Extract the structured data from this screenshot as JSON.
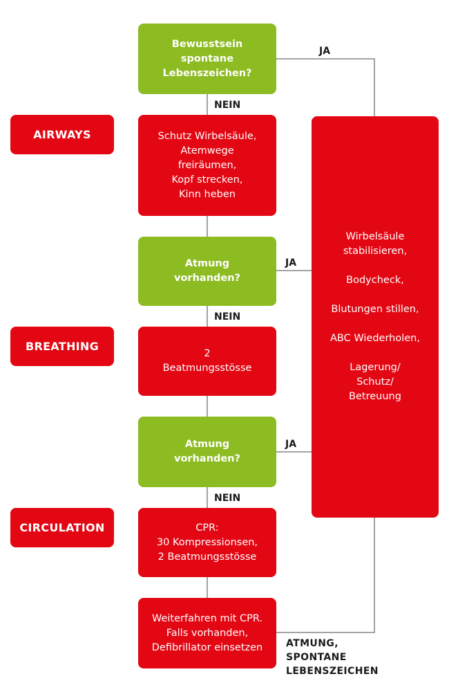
{
  "labels": {
    "airways": "AIRWAYS",
    "breathing": "BREATHING",
    "circulation": "CIRCULATION"
  },
  "nodes": {
    "consciousness": "Bewusstsein\nspontane\nLebenszeichen?",
    "airway_steps": "Schutz Wirbelsäule,\nAtemwege\nfreiräumen,\nKopf strecken,\nKinn heben",
    "breathing_check_1": "Atmung\nvorhanden?",
    "rescue_breaths": "2\nBeatmungsstösse",
    "breathing_check_2": "Atmung\nvorhanden?",
    "cpr": "CPR:\n30 Kompressionsen,\n2 Beatmungsstösse",
    "continue_cpr": "Weiterfahren mit CPR.\nFalls vorhanden,\nDefibrillator einsetzen",
    "aftercare": "Wirbelsäule\nstabilisieren,\n\nBodycheck,\n\nBlutungen stillen,\n\nABC Wiederholen,\n\nLagerung/\nSchutz/\nBetreuung"
  },
  "edges": {
    "yes_1": "JA",
    "no_1": "NEIN",
    "yes_2": "JA",
    "no_2": "NEIN",
    "yes_3": "JA",
    "no_3": "NEIN",
    "return_signs": "ATMUNG,\nSPONTANE\nLEBENSZEICHEN"
  },
  "colors": {
    "check_green": "#8cbc21",
    "action_red": "#e30613",
    "connector": "#6e6e6e",
    "label_text": "#1a1a1a"
  }
}
